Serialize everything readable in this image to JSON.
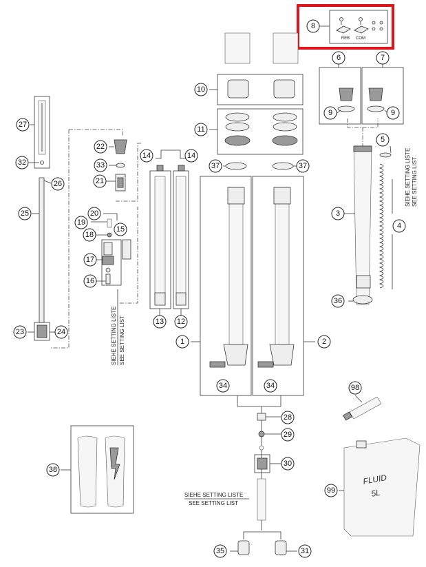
{
  "callouts": [
    "1",
    "2",
    "3",
    "4",
    "5",
    "6",
    "7",
    "8",
    "9",
    "10",
    "11",
    "12",
    "13",
    "14",
    "15",
    "16",
    "17",
    "18",
    "19",
    "20",
    "21",
    "22",
    "23",
    "24",
    "25",
    "26",
    "27",
    "28",
    "29",
    "30",
    "31",
    "32",
    "33",
    "34",
    "35",
    "36",
    "37",
    "38",
    "98",
    "99"
  ],
  "labels": {
    "reb": "REB",
    "com": "COM",
    "siehe": "SIEHE SETTING LISTE",
    "see": "SEE SETTING LIST",
    "fluid": "FLUID",
    "fluid_size": "5L"
  },
  "colors": {
    "highlight": "#e0141b",
    "line": "#333333"
  }
}
